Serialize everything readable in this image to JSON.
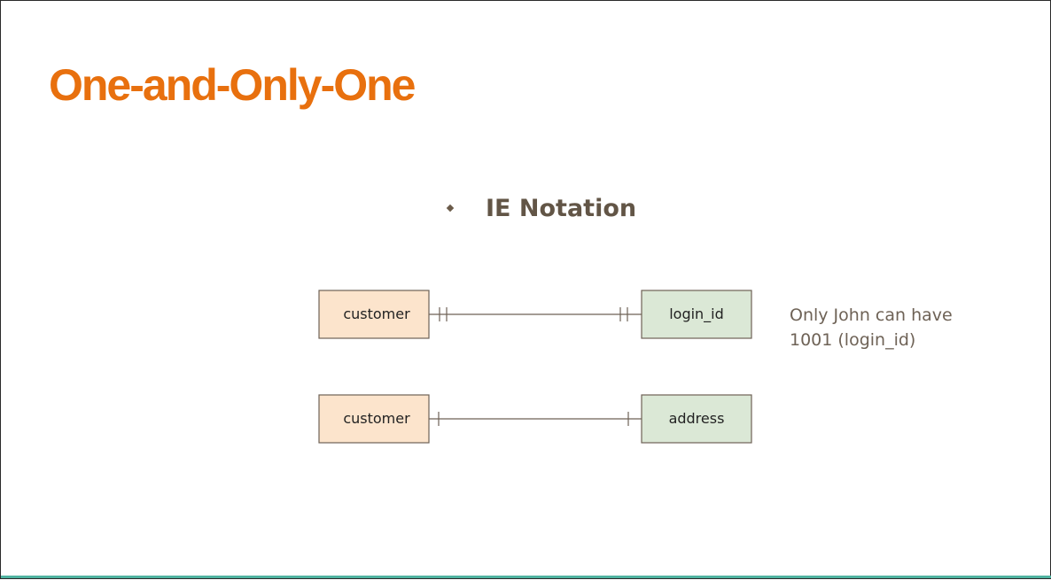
{
  "slide": {
    "title": "One-and-Only-One",
    "bullet": "IE Notation",
    "note_lines": [
      "Only John can have",
      "1001 (login_id)"
    ]
  },
  "diagram": {
    "relationships": [
      {
        "left_entity": "customer",
        "right_entity": "login_id",
        "left_cardinality": "one-and-only-one",
        "right_cardinality": "one-and-only-one"
      },
      {
        "left_entity": "customer",
        "right_entity": "address",
        "left_cardinality": "one",
        "right_cardinality": "one"
      }
    ],
    "colors": {
      "left_entity_fill": "#fce4cc",
      "right_entity_fill": "#dbe8d6",
      "entity_border": "#6e6256",
      "title": "#e8700e",
      "bullet_text": "#625546",
      "note_text": "#6e6256"
    }
  }
}
